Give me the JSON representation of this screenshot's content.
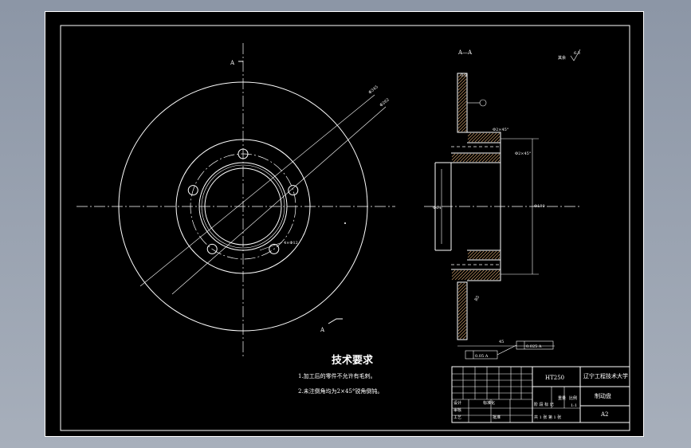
{
  "view": {
    "section_label": "A—A",
    "cut_mark_top": "A",
    "cut_mark_bottom": "A",
    "roughness_note": "其余"
  },
  "technical_requirements": {
    "title": "技术要求",
    "items": [
      "1.加工后的零件不允许有毛刺。",
      "2.未注倒角均为2×45°锐角倒钝。"
    ]
  },
  "title_block": {
    "material": "HT250",
    "school": "辽宁工程技术大学",
    "part_name": "制动盘",
    "drawing_no": "A2",
    "stage_label": "阶 段 标 记",
    "weight_label": "重量",
    "scale_label": "比例",
    "scale_value": "1:1",
    "sheet_label": "共 1 张  第 1 张",
    "designer_label": "设计",
    "checker_label": "审核",
    "process_label": "工艺",
    "approve_label": "批准",
    "standard_label": "标准化"
  }
}
